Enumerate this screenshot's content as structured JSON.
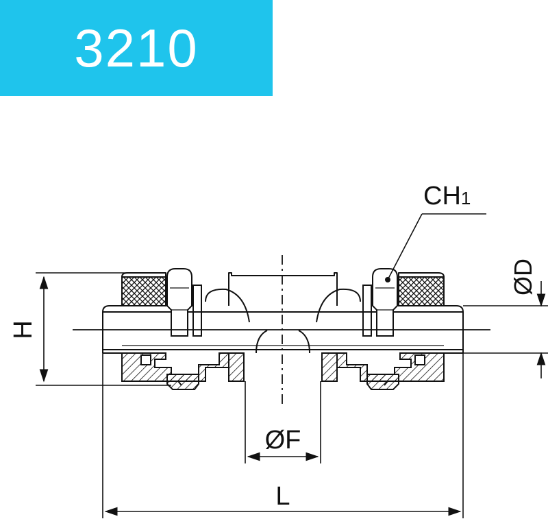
{
  "header": {
    "title": "3210",
    "bg_color": "#1fc4ec"
  },
  "labels": {
    "ch": "CH",
    "ch_sub": "1",
    "d": "ØD",
    "h": "H",
    "f": "ØF",
    "l": "L"
  },
  "colors": {
    "line": "#111111",
    "background": "#ffffff"
  }
}
